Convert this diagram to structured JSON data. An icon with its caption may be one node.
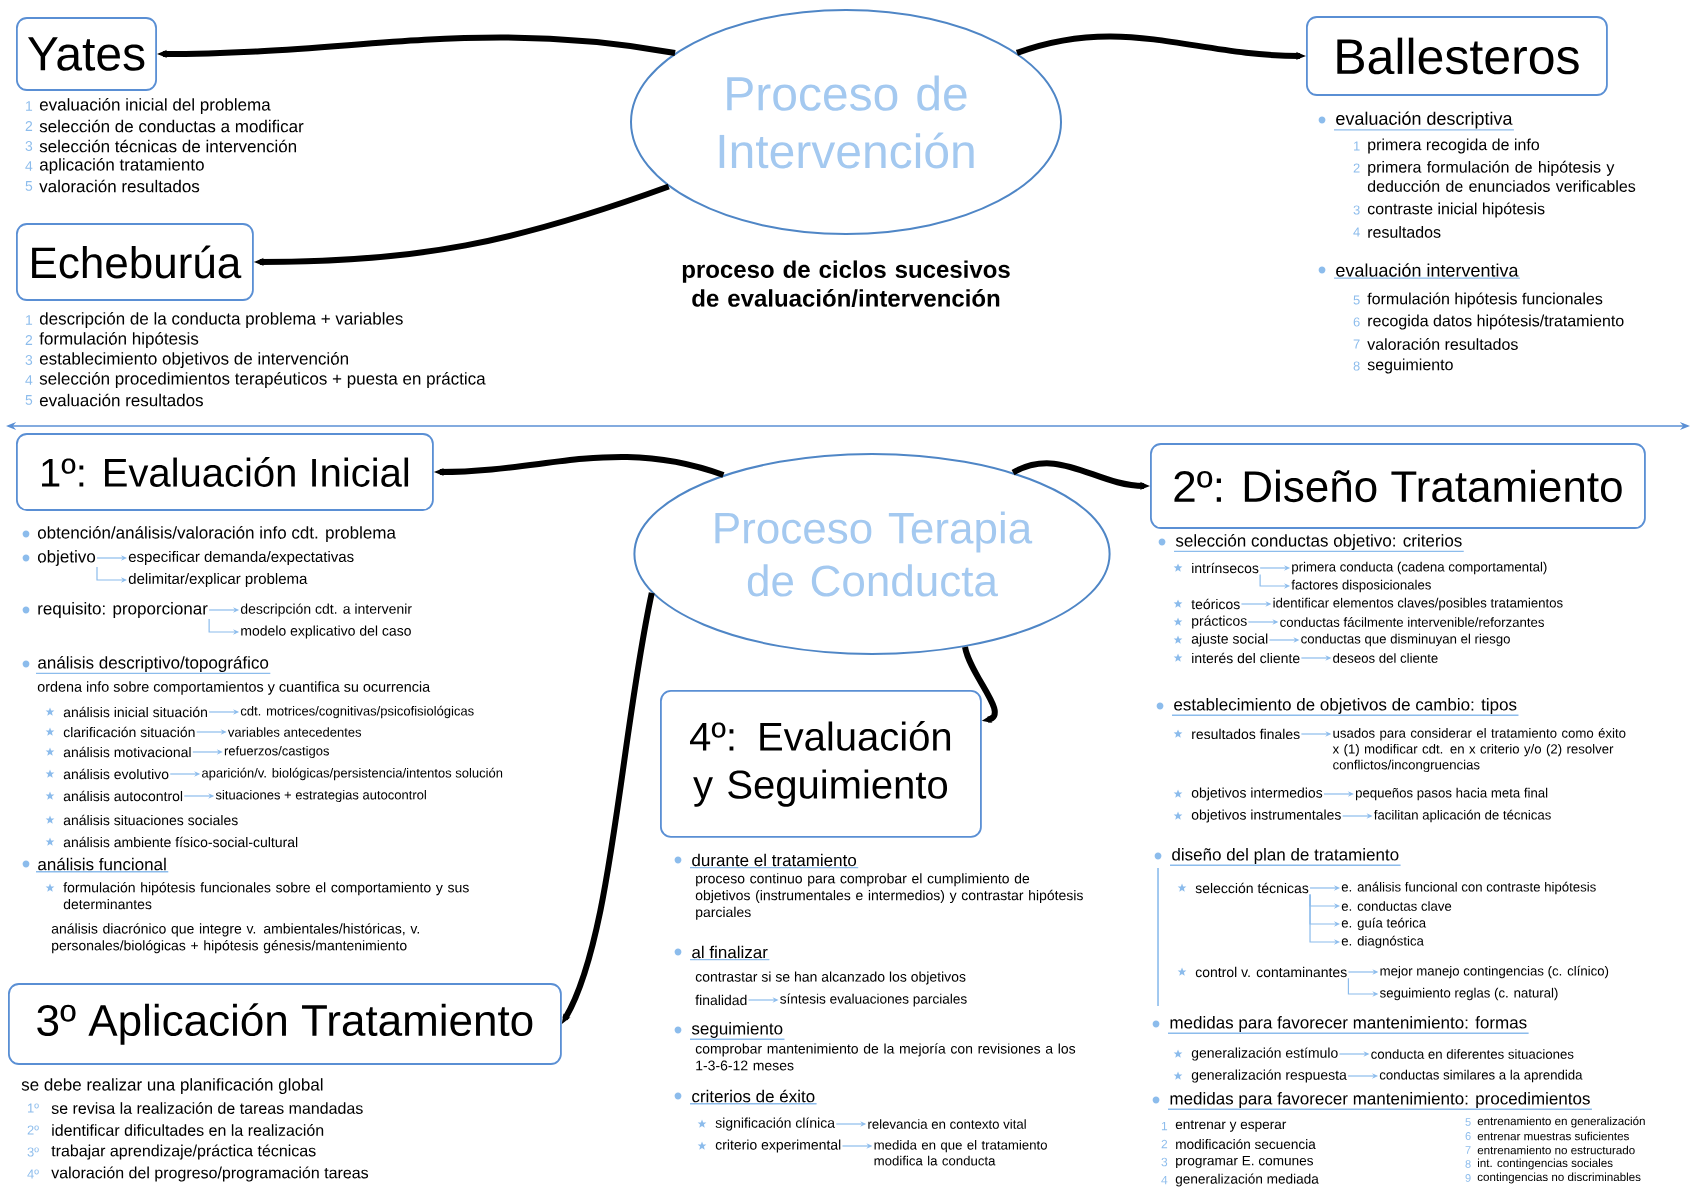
{
  "diagram": {
    "nodes": [
      {
        "text": [
          "Proceso de Intervención"
        ],
        "beside": [
          "proceso de ciclos sucesivos de evaluación/intervención"
        ]
      },
      {
        "text": [
          "Yates"
        ]
      },
      {
        "text": [
          "Echeburúa"
        ]
      },
      {
        "text": [
          "Ballesteros"
        ]
      },
      {
        "text": [
          "Proceso Terapia de Conducta"
        ]
      },
      {
        "text": [
          "1º: Evaluación Inicial"
        ]
      },
      {
        "text": [
          "2º: Diseño Tratamiento"
        ]
      },
      {
        "text": [
          "3º Aplicación Tratamiento"
        ]
      },
      {
        "text": [
          "4º: Evaluación y Seguimiento"
        ]
      },
      {
        "text": [
          "objetivo"
        ]
      },
      {
        "text": [
          "especificar demanda/expectativas"
        ]
      },
      {
        "text": [
          "delimitar/explicar problema"
        ]
      },
      {
        "text": [
          "requisito: proporcionar"
        ]
      },
      {
        "text": [
          "descripción cdt. a intervenir"
        ]
      },
      {
        "text": [
          "modelo explicativo del caso"
        ]
      },
      {
        "text": [
          "análisis inicial situación"
        ]
      },
      {
        "text": [
          "cdt. motrices/cognitivas/psicofisiológicas"
        ]
      },
      {
        "text": [
          "clarificación situación"
        ]
      },
      {
        "text": [
          "variables antecedentes"
        ]
      },
      {
        "text": [
          "análisis motivacional"
        ]
      },
      {
        "text": [
          "refuerzos/castigos"
        ]
      },
      {
        "text": [
          "análisis evolutivo"
        ]
      },
      {
        "text": [
          "aparición/v. biológicas/persistencia/intentos solución"
        ]
      },
      {
        "text": [
          "análisis autocontrol"
        ]
      },
      {
        "text": [
          "situaciones + estrategias autocontrol"
        ]
      },
      {
        "text": [
          "intrínsecos"
        ]
      },
      {
        "text": [
          "primera conducta (cadena comportamental)"
        ]
      },
      {
        "text": [
          "factores disposicionales"
        ]
      },
      {
        "text": [
          "teóricos"
        ]
      },
      {
        "text": [
          "identificar elementos claves/posibles tratamientos"
        ]
      },
      {
        "text": [
          "prácticos"
        ]
      },
      {
        "text": [
          "conductas fácilmente intervenible/reforzantes"
        ]
      },
      {
        "text": [
          "ajuste social"
        ]
      },
      {
        "text": [
          "conductas que disminuyan el riesgo"
        ]
      },
      {
        "text": [
          "interés del cliente"
        ]
      },
      {
        "text": [
          "deseos del cliente"
        ]
      },
      {
        "text": [
          "resultados finales"
        ]
      },
      {
        "text": [
          "usados para considerar el tratamiento como éxito x (1) modificar cdt. en x criterio y/o (2) resolver conflictos/incongruencias"
        ]
      },
      {
        "text": [
          "objetivos intermedios"
        ]
      },
      {
        "text": [
          "pequeños pasos hacia meta final"
        ]
      },
      {
        "text": [
          "objetivos instrumentales"
        ]
      },
      {
        "text": [
          "facilitan aplicación de técnicas"
        ]
      },
      {
        "text": [
          "selección técnicas"
        ]
      },
      {
        "text": [
          "e. análisis funcional con contraste hipótesis"
        ]
      },
      {
        "text": [
          "e. conductas clave"
        ]
      },
      {
        "text": [
          "e. guía teórica"
        ]
      },
      {
        "text": [
          "e. diagnóstica"
        ]
      },
      {
        "text": [
          "control v. contaminantes"
        ]
      },
      {
        "text": [
          "mejor manejo contingencias (c. clínico)"
        ]
      },
      {
        "text": [
          "seguimiento reglas (c. natural)"
        ]
      },
      {
        "text": [
          "generalización estímulo"
        ]
      },
      {
        "text": [
          "conducta en diferentes situaciones"
        ]
      },
      {
        "text": [
          "generalización respuesta"
        ]
      },
      {
        "text": [
          "conductas similares a la aprendida"
        ]
      },
      {
        "text": [
          "finalidad"
        ]
      },
      {
        "text": [
          "síntesis evaluaciones parciales"
        ]
      },
      {
        "text": [
          "significación clínica"
        ]
      },
      {
        "text": [
          "relevancia en contexto vital"
        ]
      },
      {
        "text": [
          "criterio experimental"
        ]
      },
      {
        "text": [
          "medida en que el tratamiento modifica la conducta"
        ]
      }
    ],
    "edges": [
      {
        "from": 0,
        "to": 1,
        "arrow": "to",
        "style": "thick",
        "color": "#000000"
      },
      {
        "from": 0,
        "to": 2,
        "arrow": "to",
        "style": "thick",
        "color": "#000000"
      },
      {
        "from": 0,
        "to": 3,
        "arrow": "to",
        "style": "thick",
        "color": "#000000"
      },
      {
        "from": 4,
        "to": 5,
        "arrow": "to",
        "style": "thick",
        "color": "#000000"
      },
      {
        "from": 4,
        "to": 6,
        "arrow": "to",
        "style": "thick",
        "color": "#000000"
      },
      {
        "from": 4,
        "to": 7,
        "arrow": "to",
        "style": "thick",
        "color": "#000000"
      },
      {
        "from": 4,
        "to": 8,
        "arrow": "to",
        "style": "thick",
        "color": "#000000"
      },
      {
        "from": 9,
        "to": 10,
        "arrow": "to"
      },
      {
        "from": 9,
        "to": 11,
        "arrow": "to"
      },
      {
        "from": 12,
        "to": 13,
        "arrow": "to"
      },
      {
        "from": 12,
        "to": 14,
        "arrow": "to"
      },
      {
        "from": 15,
        "to": 16,
        "arrow": "to"
      },
      {
        "from": 17,
        "to": 18,
        "arrow": "to"
      },
      {
        "from": 19,
        "to": 20,
        "arrow": "to"
      },
      {
        "from": 21,
        "to": 22,
        "arrow": "to"
      },
      {
        "from": 23,
        "to": 24,
        "arrow": "to"
      },
      {
        "from": 25,
        "to": 26,
        "arrow": "to"
      },
      {
        "from": 25,
        "to": 27,
        "arrow": "to"
      },
      {
        "from": 28,
        "to": 29,
        "arrow": "to"
      },
      {
        "from": 30,
        "to": 31,
        "arrow": "to"
      },
      {
        "from": 32,
        "to": 33,
        "arrow": "to"
      },
      {
        "from": 34,
        "to": 35,
        "arrow": "to"
      },
      {
        "from": 36,
        "to": 37,
        "arrow": "to"
      },
      {
        "from": 38,
        "to": 39,
        "arrow": "to"
      },
      {
        "from": 40,
        "to": 41,
        "arrow": "to"
      },
      {
        "from": 42,
        "to": 43,
        "arrow": "to"
      },
      {
        "from": 42,
        "to": 44,
        "arrow": "to"
      },
      {
        "from": 42,
        "to": 45,
        "arrow": "to"
      },
      {
        "from": 42,
        "to": 46,
        "arrow": "to"
      },
      {
        "from": 47,
        "to": 48,
        "arrow": "to"
      },
      {
        "from": 47,
        "to": 49,
        "arrow": "to"
      },
      {
        "from": 50,
        "to": 51,
        "arrow": "to"
      },
      {
        "from": 52,
        "to": 53,
        "arrow": "to"
      },
      {
        "from": 54,
        "to": 55,
        "arrow": "to"
      },
      {
        "from": 56,
        "to": 57,
        "arrow": "to"
      },
      {
        "from": 58,
        "to": 59,
        "arrow": "to"
      }
    ],
    "labels": [
      "1",
      "evaluación inicial del problema",
      "2",
      "selección de conductas a modificar",
      "3",
      "selección técnicas de intervención",
      "4",
      "aplicación tratamiento",
      "5",
      "valoración resultados",
      "1",
      "descripción de la conducta problema + variables",
      "2",
      "formulación hipótesis",
      "3",
      "establecimiento objetivos de intervención",
      "4",
      "selección procedimientos terapéuticos + puesta en práctica",
      "5",
      "evaluación resultados",
      "evaluación descriptiva",
      "1",
      "primera recogida de info",
      "2",
      "primera formulación de hipótesis y deducción de enunciados verificables",
      "3",
      "contraste inicial hipótesis",
      "4",
      "resultados",
      "evaluación interventiva",
      "5",
      "formulación hipótesis funcionales",
      "6",
      "recogida datos hipótesis/tratamiento",
      "7",
      "valoración resultados",
      "8",
      "seguimiento",
      "obtención/análisis/valoración info cdt. problema",
      "análisis descriptivo/topográfico",
      "ordena info sobre comportamientos y cuantifica su ocurrencia",
      "análisis situaciones sociales",
      "análisis ambiente físico-social-cultural",
      "análisis funcional",
      "formulación hipótesis funcionales sobre el comportamiento y sus determinantes",
      "análisis diacrónico que integre v. ambientales/históricas, v. personales/biológicas + hipótesis génesis/mantenimiento",
      "selección conductas objetivo: criterios",
      "establecimiento de objetivos de cambio: tipos",
      "diseño del plan de tratamiento",
      "medidas para favorecer mantenimiento: formas",
      "medidas para favorecer mantenimiento: procedimientos",
      "1",
      "entrenar y esperar",
      "2",
      "modificación secuencia",
      "3",
      "programar E. comunes",
      "4",
      "generalización mediada",
      "5",
      "entrenamiento en generalización",
      "6",
      "entrenar muestras suficientes",
      "7",
      "entrenamiento no estructurado",
      "8",
      "int. contingencias sociales",
      "9",
      "contingencias no discriminables",
      "se debe realizar una planificación global",
      "1º",
      "se revisa la realización de tareas mandadas",
      "2º",
      "identificar dificultades en la realización",
      "3º",
      "trabajar aprendizaje/práctica técnicas",
      "4º",
      "valoración del progreso/programación tareas",
      "durante el tratamiento",
      "proceso continuo para comprobar el cumplimiento de objetivos (instrumentales e intermedios) y contrastar hipótesis parciales",
      "al finalizar",
      "contrastar si se han alcanzado los objetivos",
      "seguimiento",
      "comprobar mantenimiento de la mejoría con revisiones a los 1-3-6-12 meses",
      "criterios de éxito"
    ]
  }
}
